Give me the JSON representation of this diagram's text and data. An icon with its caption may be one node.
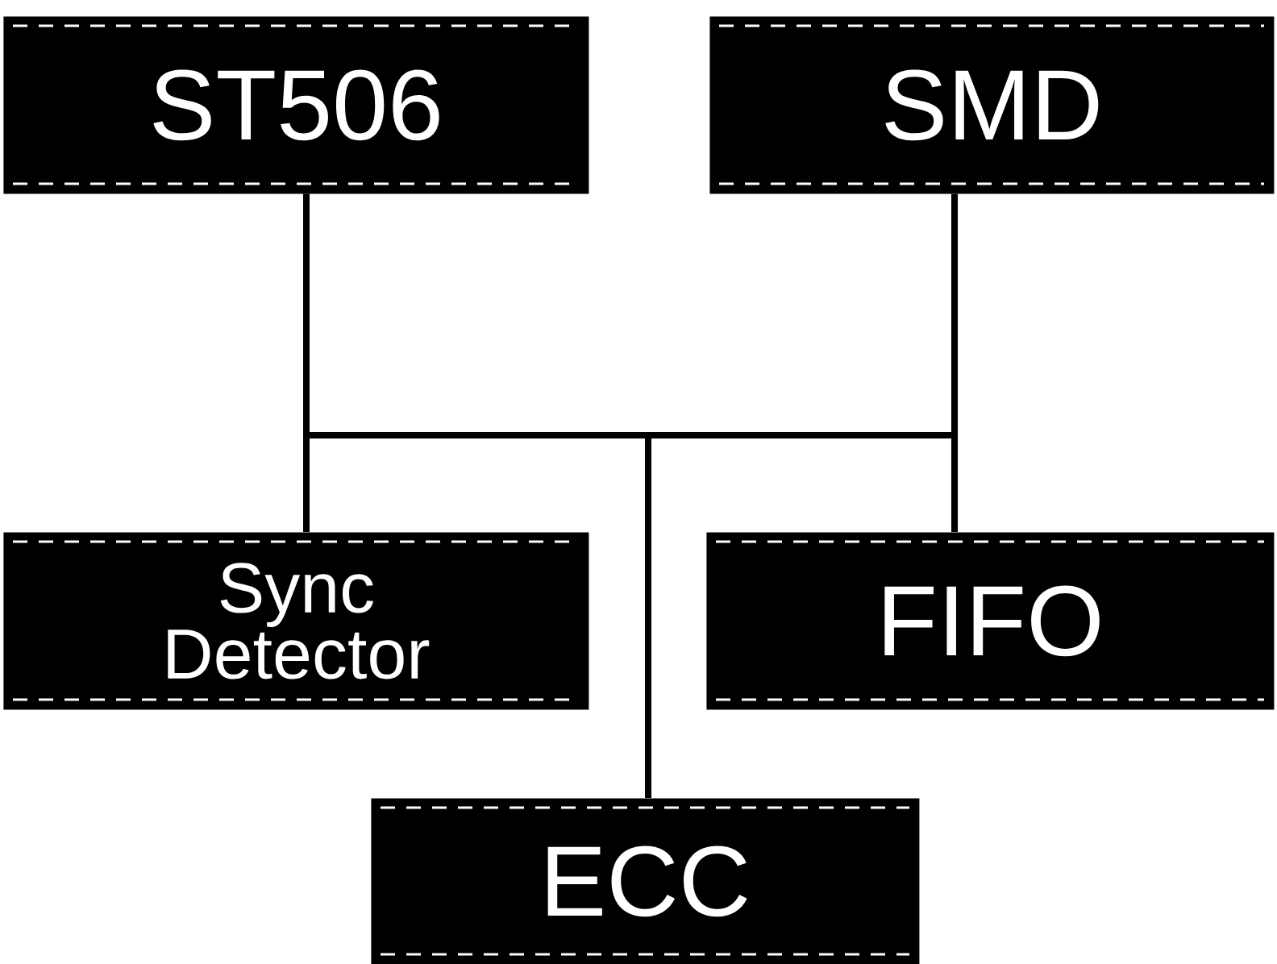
{
  "diagram": {
    "nodes": [
      {
        "text": [
          "ST506"
        ]
      },
      {
        "text": [
          "SMD"
        ]
      },
      {
        "text": [
          "Sync Detector"
        ]
      },
      {
        "text": [
          "FIFO"
        ]
      },
      {
        "text": [
          "ECC"
        ]
      }
    ],
    "edges": [
      {
        "from": 0,
        "to": 2,
        "arrow": "none"
      },
      {
        "from": 1,
        "to": 3,
        "arrow": "none"
      },
      {
        "from": 0,
        "to": 1,
        "arrow": "none"
      },
      {
        "from": 4,
        "to": 0,
        "arrow": "none"
      }
    ]
  }
}
